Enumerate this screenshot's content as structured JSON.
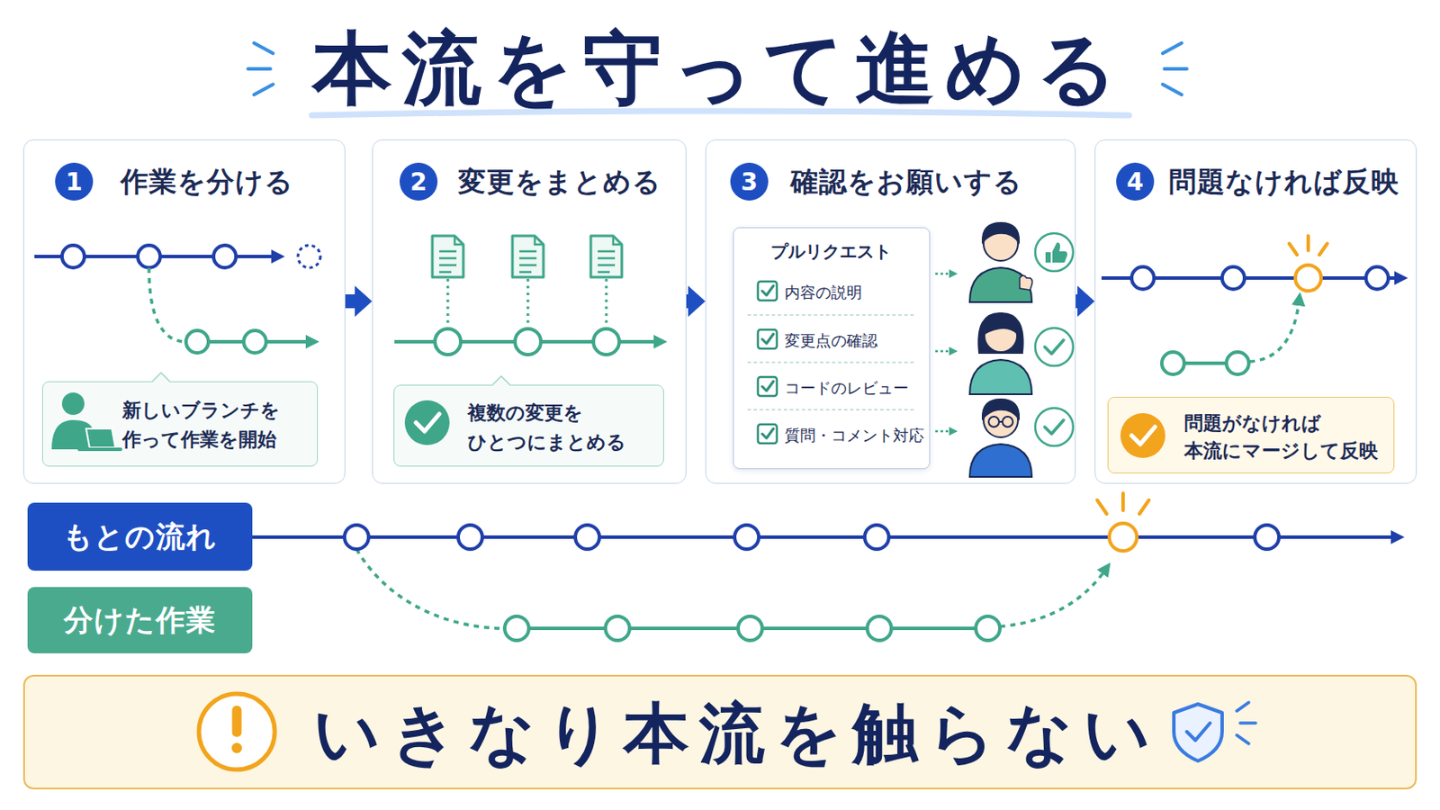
{
  "diagram": {
    "title": "本流を守って進める",
    "nodes": [
      {
        "text": [
          "作業を分ける"
        ]
      },
      {
        "text": [
          "1"
        ],
        "in": 0
      },
      {
        "text": [
          "新しいブランチを 作って作業を開始"
        ],
        "in": 0
      },
      {
        "text": [
          "変更をまとめる"
        ]
      },
      {
        "text": [
          "2"
        ],
        "in": 3
      },
      {
        "text": [
          "複数の変更を ひとつにまとめる"
        ],
        "in": 3
      },
      {
        "text": [
          "確認をお願いする"
        ]
      },
      {
        "text": [
          "3"
        ],
        "in": 6
      },
      {
        "text": [
          "プルリクエスト",
          "内容の説明",
          "変更点の確認",
          "コードのレビュー",
          "質問・コメント対応"
        ],
        "in": 6
      },
      {
        "text": [
          "問題なければ反映"
        ]
      },
      {
        "text": [
          "4"
        ],
        "in": 9
      },
      {
        "text": [
          "問題がなければ 本流にマージして反映"
        ],
        "in": 9
      },
      {
        "text": [
          "もとの流れ"
        ]
      },
      {
        "text": [
          "分けた作業"
        ]
      },
      {
        "text": [
          "いきなり本流を触らない"
        ]
      }
    ],
    "edges": [
      {
        "from": 0,
        "to": 3,
        "arrow": "to"
      },
      {
        "from": 3,
        "to": 6,
        "arrow": "to"
      },
      {
        "from": 6,
        "to": 9,
        "arrow": "to"
      }
    ]
  }
}
